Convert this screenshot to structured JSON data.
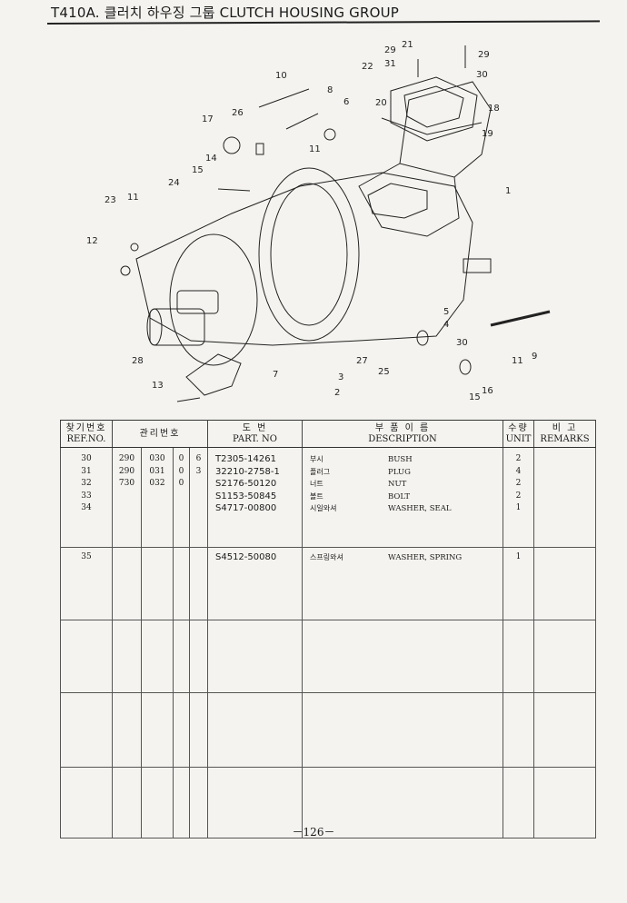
{
  "header": {
    "title": "T410A. 클러치 하우징 그룹 CLUTCH HOUSING GROUP"
  },
  "diagram": {
    "labels": [
      "1",
      "2",
      "3",
      "4",
      "5",
      "6",
      "7",
      "8",
      "9",
      "10",
      "11",
      "11",
      "11",
      "12",
      "13",
      "14",
      "15",
      "15",
      "16",
      "17",
      "18",
      "19",
      "20",
      "21",
      "22",
      "23",
      "24",
      "25",
      "26",
      "27",
      "28",
      "29",
      "29",
      "30",
      "30",
      "31"
    ]
  },
  "table": {
    "headers": {
      "ref_ko": "찾기번호",
      "ref_en": "REF.NO.",
      "mgmt_ko": "관리번호",
      "part_ko": "도 번",
      "part_en": "PART. NO",
      "desc_ko": "부 품 이 름",
      "desc_en": "DESCRIPTION",
      "unit_ko": "수량",
      "unit_en": "UNIT",
      "remarks_ko": "비 고",
      "remarks_en": "REMARKS"
    },
    "rows": [
      {
        "ref": "30",
        "m1": "290",
        "m2": "030",
        "m3": "0",
        "m4": "6",
        "part_no": "T2305-14261",
        "desc_ko": "부시",
        "desc_en": "BUSH",
        "unit": "2",
        "remarks": ""
      },
      {
        "ref": "31",
        "m1": "290",
        "m2": "031",
        "m3": "0",
        "m4": "3",
        "part_no": "32210-2758-1",
        "desc_ko": "플러그",
        "desc_en": "PLUG",
        "unit": "4",
        "remarks": ""
      },
      {
        "ref": "32",
        "m1": "730",
        "m2": "032",
        "m3": "0",
        "m4": "",
        "part_no": "S2176-50120",
        "desc_ko": "너트",
        "desc_en": "NUT",
        "unit": "2",
        "remarks": ""
      },
      {
        "ref": "33",
        "m1": "",
        "m2": "",
        "m3": "",
        "m4": "",
        "part_no": "S1153-50845",
        "desc_ko": "볼트",
        "desc_en": "BOLT",
        "unit": "2",
        "remarks": ""
      },
      {
        "ref": "34",
        "m1": "",
        "m2": "",
        "m3": "",
        "m4": "",
        "part_no": "S4717-00800",
        "desc_ko": "시일와셔",
        "desc_en": "WASHER, SEAL",
        "unit": "1",
        "remarks": ""
      },
      {
        "ref": "35",
        "m1": "",
        "m2": "",
        "m3": "",
        "m4": "",
        "part_no": "S4512-50080",
        "desc_ko": "스프링와셔",
        "desc_en": "WASHER, SPRING",
        "unit": "1",
        "remarks": ""
      }
    ]
  },
  "footer": {
    "page_number": "－126－"
  }
}
